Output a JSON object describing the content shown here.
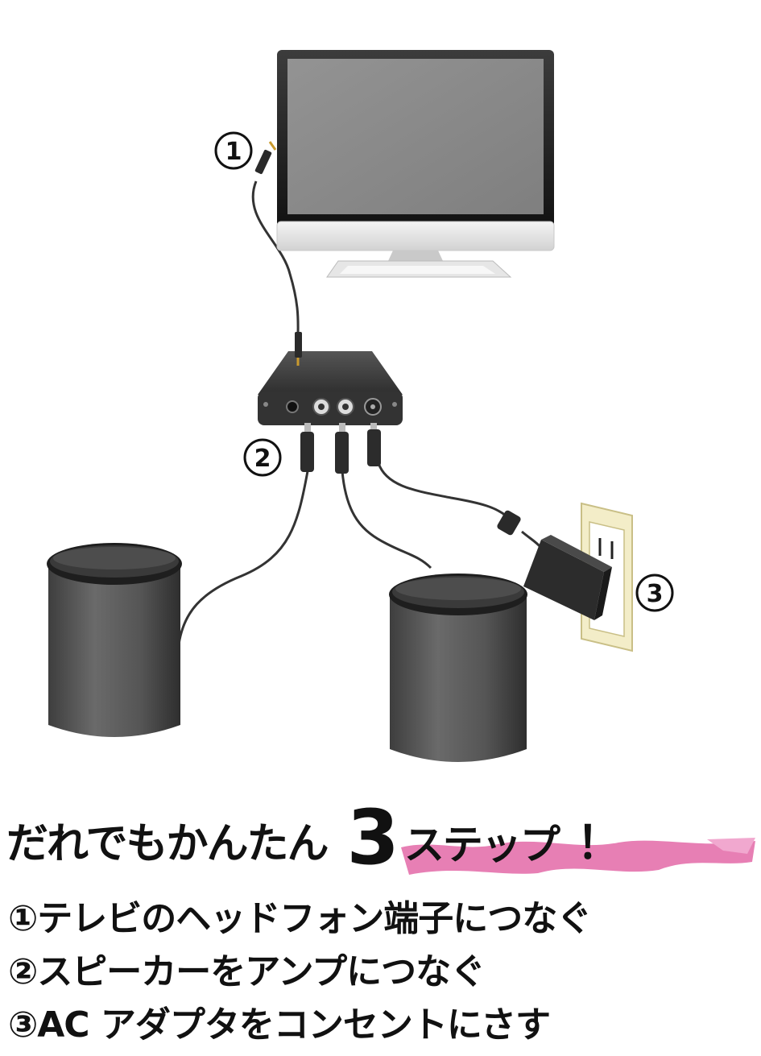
{
  "markers": [
    "1",
    "2",
    "3"
  ],
  "headline": {
    "lead": "だれでもかんたん",
    "number": "3",
    "tail": "ステップ",
    "exclaim": "！"
  },
  "steps": [
    "①テレビのヘッドフォン端子につなぐ",
    "②スピーカーをアンプにつなぐ",
    "③AC アダプタをコンセントにさす"
  ],
  "colors": {
    "screen": "#8a8a8a",
    "device": "#3a3a3a",
    "speaker_body": "#555555",
    "speaker_top": "#2b2b2b",
    "outlet_frame": "#f3edc8",
    "accent_brush": "#e77fb4"
  }
}
